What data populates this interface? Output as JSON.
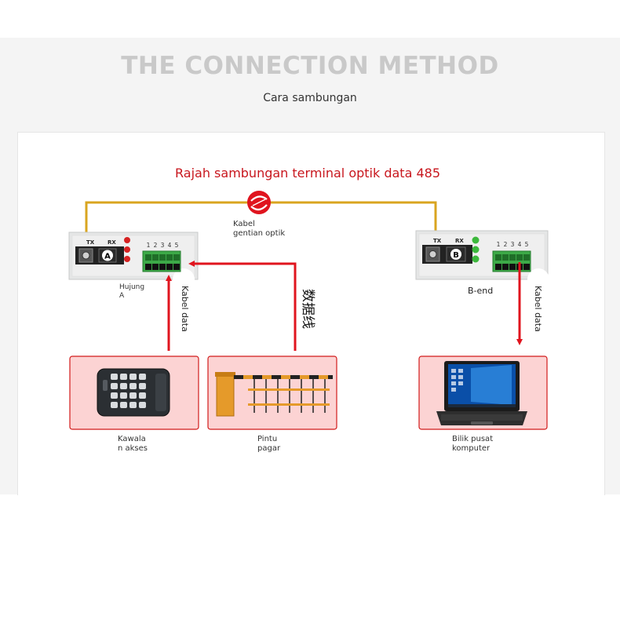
{
  "header": {
    "title": "THE CONNECTION METHOD",
    "subtitle": "Cara sambungan"
  },
  "diagram": {
    "title": "Rajah sambungan terminal optik data 485",
    "fiber_label_line1": "Kabel",
    "fiber_label_line2": "gentian optik",
    "left_device": {
      "badge": "A",
      "tx": "TX",
      "rx": "RX",
      "pins": [
        "1",
        "2",
        "3",
        "4",
        "5"
      ],
      "name_line1": "Hujung",
      "name_line2": "A"
    },
    "right_device": {
      "badge": "B",
      "tx": "TX",
      "rx": "RX",
      "pins": [
        "1",
        "2",
        "3",
        "4",
        "5"
      ],
      "name": "B-end"
    },
    "data_cable_label_left": "Kabel data",
    "data_cable_label_right": "Kabel data",
    "data_line_label": "数据线",
    "boxes": {
      "access": {
        "line1": "Kawala",
        "line2": "n akses"
      },
      "gate": {
        "line1": "Pintu",
        "line2": "pagar"
      },
      "computer": {
        "line1": "Bilik pusat",
        "line2": "komputer"
      }
    },
    "colors": {
      "fiber": "#d9a520",
      "arrow": "#e0141e",
      "title_red": "#c8161d",
      "box_fill": "#fcd3d3",
      "box_stroke": "#d11a1a",
      "terminal_green": "#3daa48",
      "led_red": "#d62222",
      "led_green": "#3cb83c"
    }
  }
}
